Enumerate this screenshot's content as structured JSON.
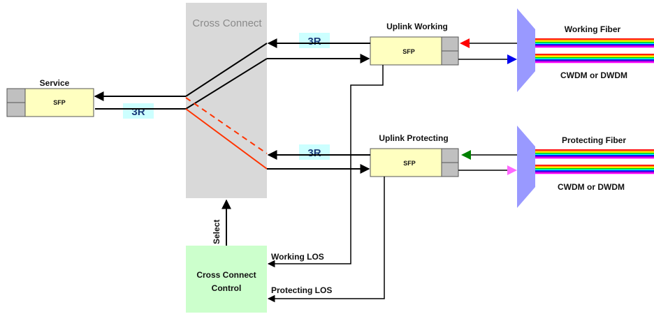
{
  "cross_connect": {
    "title": "Cross Connect"
  },
  "service": {
    "title": "Service",
    "sfp": "SFP",
    "r3": "3R"
  },
  "uplink_working": {
    "title": "Uplink Working",
    "sfp": "SFP",
    "r3": "3R"
  },
  "uplink_protecting": {
    "title": "Uplink Protecting",
    "sfp": "SFP",
    "r3": "3R"
  },
  "working_fiber": {
    "title": "Working Fiber",
    "subtitle": "CWDM or DWDM"
  },
  "protecting_fiber": {
    "title": "Protecting Fiber",
    "subtitle": "CWDM or DWDM"
  },
  "control": {
    "line1": "Cross Connect",
    "line2": "Control",
    "select": "Select"
  },
  "los": {
    "working": "Working LOS",
    "protecting": "Protecting LOS"
  },
  "colors": {
    "cross_connect_bg": "#d9d9d9",
    "sfp_fill": "#ffffc0",
    "r3_fill": "#ccffff",
    "control_fill": "#ccffcc",
    "mux_fill": "#9999ff",
    "red_path": "#ff3300",
    "working_in_arrow": "#ff0000",
    "working_out_arrow": "#0000ee",
    "protect_in_arrow": "#008000",
    "protect_out_arrow": "#ff66ff"
  },
  "fiber_band_colors": [
    "#ff0000",
    "#ff9900",
    "#ffff00",
    "#00cc00",
    "#00ffff",
    "#0000ff",
    "#9900cc",
    "#ff00ff"
  ]
}
